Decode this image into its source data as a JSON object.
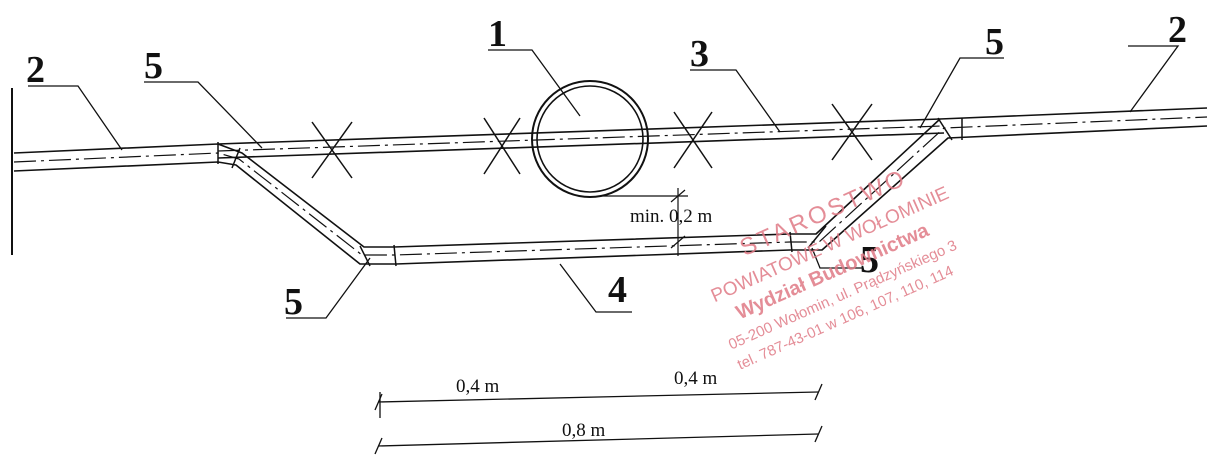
{
  "labels": {
    "one": "1",
    "two_left": "2",
    "two_right": "2",
    "three": "3",
    "four": "4",
    "five_top_left": "5",
    "five_top_right": "5",
    "five_bottom_left": "5",
    "five_bottom_right": "5"
  },
  "dimensions": {
    "min_clearance": "min. 0,2 m",
    "left_half": "0,4 m",
    "right_half": "0,4 m",
    "total": "0,8 m"
  },
  "stamp": {
    "line1": "STAROSTWO",
    "line2": "POWIATOWE W WOŁOMINIE",
    "line3": "Wydział Budownictwa",
    "line4": "05-200 Wołomin, ul. Prądzyńskiego 3",
    "line5": "tel. 787-43-01 w 106, 107, 110, 114"
  },
  "colors": {
    "ink": "#111111",
    "stamp": "#e07a86"
  }
}
